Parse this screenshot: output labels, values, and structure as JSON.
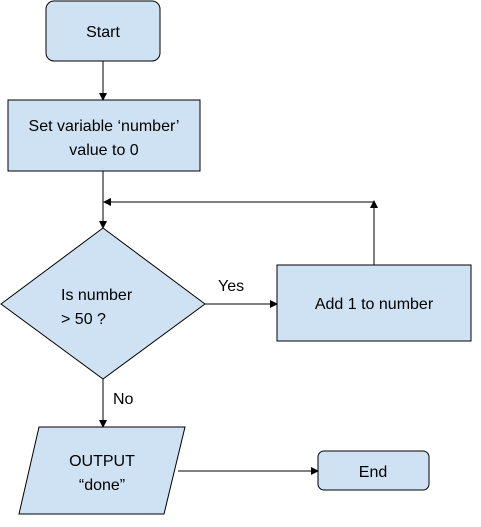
{
  "colors": {
    "fill": "#cfe2f3",
    "stroke": "#000000",
    "background": "#ffffff"
  },
  "nodes": {
    "start": {
      "label": "Start"
    },
    "set_var": {
      "line1": "Set variable ‘number’",
      "line2": "value to 0"
    },
    "decision": {
      "line1": "Is number",
      "line2": "> 50 ?"
    },
    "add": {
      "label": "Add 1 to number"
    },
    "output": {
      "line1": "OUTPUT",
      "line2": "“done”"
    },
    "end": {
      "label": "End"
    }
  },
  "edges": {
    "yes": "Yes",
    "no": "No"
  }
}
